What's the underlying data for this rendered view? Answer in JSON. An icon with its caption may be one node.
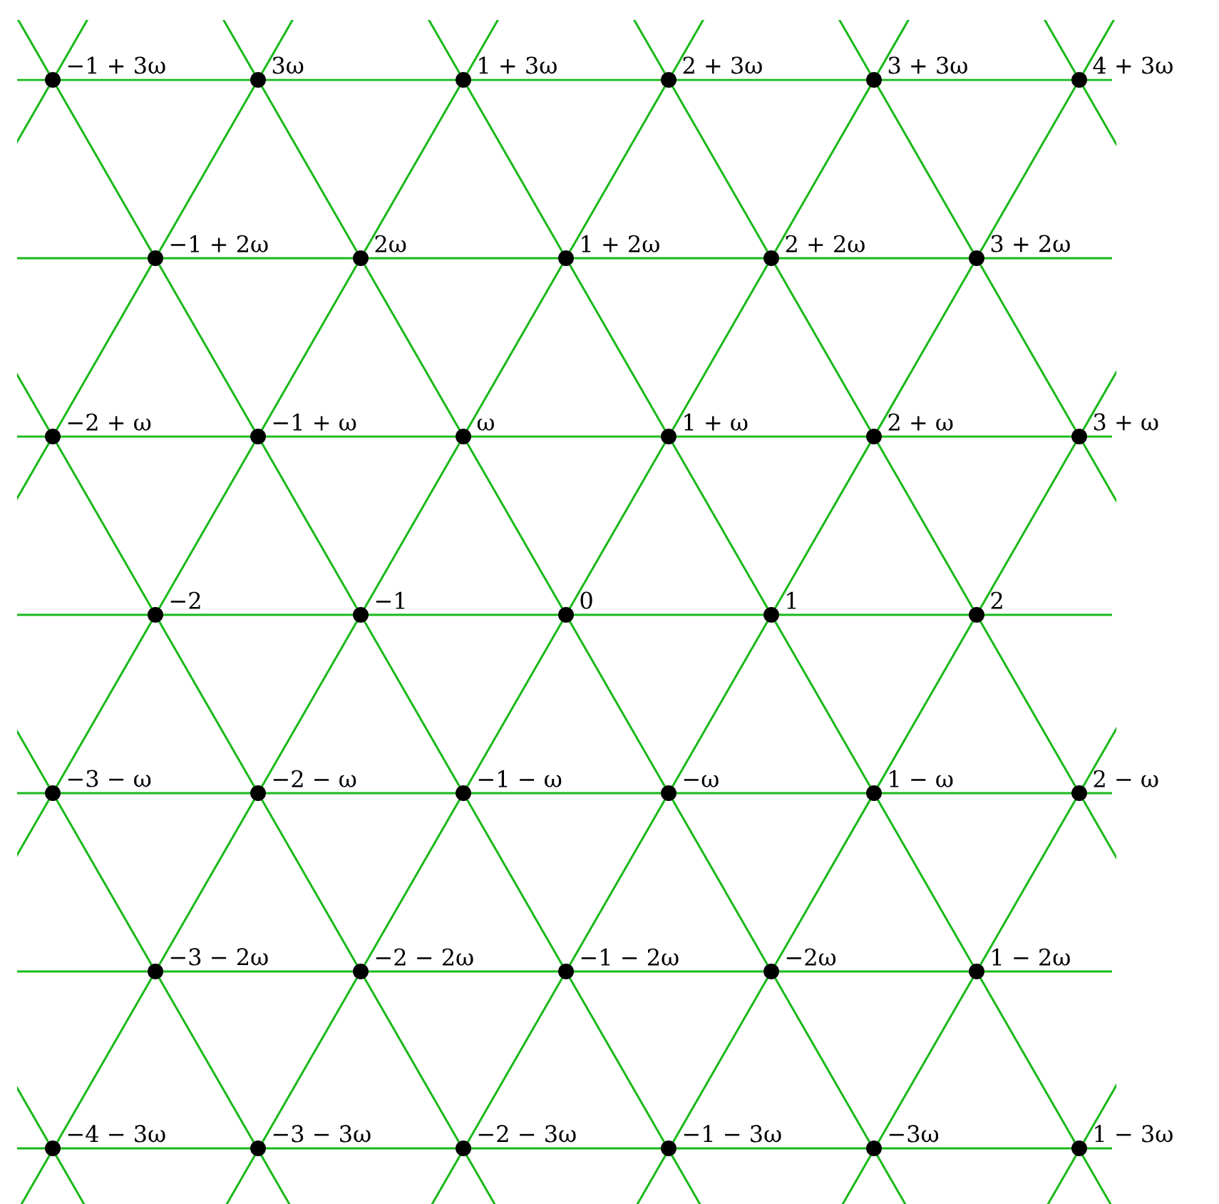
{
  "diagram": {
    "labels": [
      "−1 + 3ω",
      "3ω",
      "1 + 3ω",
      "2 + 3ω",
      "3 + 3ω",
      "4 + 3ω",
      "−1 + 2ω",
      "2ω",
      "1 + 2ω",
      "2 + 2ω",
      "3 + 2ω",
      "−2 + ω",
      "−1 + ω",
      "ω",
      "1 + ω",
      "2 + ω",
      "3 + ω",
      "−2",
      "−1",
      "0",
      "1",
      "2",
      "−3 − ω",
      "−2 − ω",
      "−1 − ω",
      "−ω",
      "1 − ω",
      "2 − ω",
      "−3 − 2ω",
      "−2 − 2ω",
      "−1 − 2ω",
      "−2ω",
      "1 − 2ω",
      "−4 − 3ω",
      "−3 − 3ω",
      "−2 − 3ω",
      "−1 − 3ω",
      "−3ω",
      "1 − 3ω"
    ]
  }
}
